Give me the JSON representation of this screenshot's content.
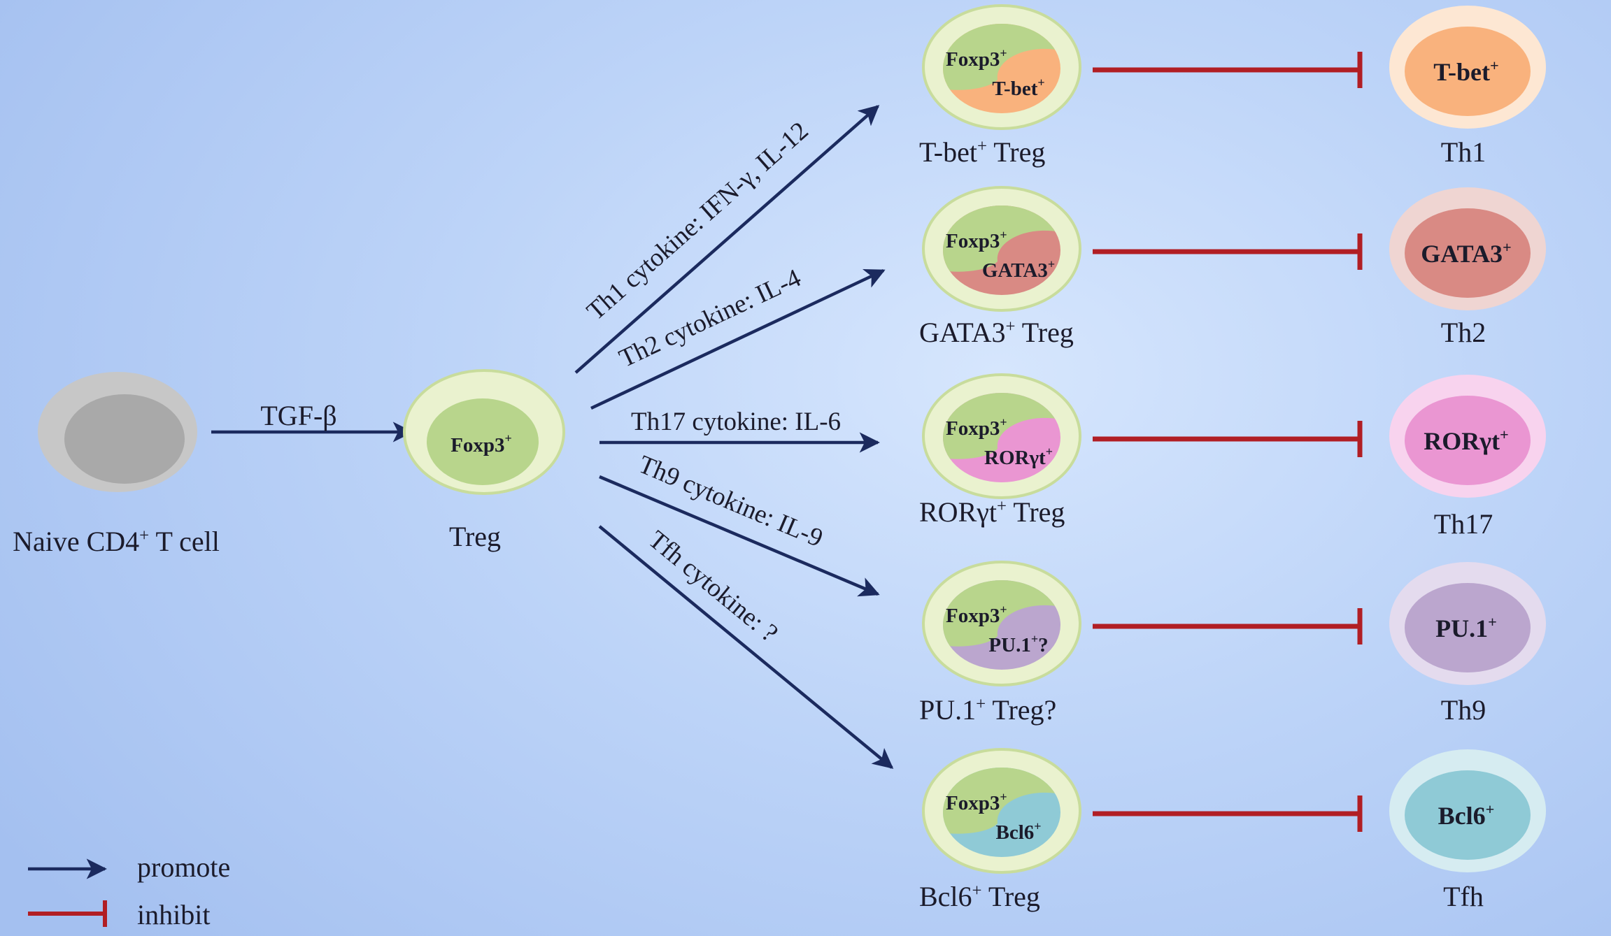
{
  "naive": {
    "label": "Naive CD4",
    "sup": "+",
    "label2": " T cell"
  },
  "tgf": "TGF-β",
  "treg": {
    "inner": "Foxp3",
    "inner_sup": "+",
    "label": "Treg"
  },
  "arrows": [
    {
      "text": "Th1 cytokine: IFN-γ, IL-12"
    },
    {
      "text": "Th2 cytokine: IL-4"
    },
    {
      "text": "Th17 cytokine: IL-6"
    },
    {
      "text": "Th9 cytokine: IL-9"
    },
    {
      "text": "Tfh cytokine: ?"
    }
  ],
  "subsets": [
    {
      "foxp3": "Foxp3",
      "foxp3_sup": "+",
      "tf": "T-bet",
      "tf_sup": "+",
      "tf_tail": "",
      "name": "T-bet",
      "name_sup": "+",
      "name_tail": " Treg",
      "th_tf": "T-bet",
      "th_tf_sup": "+",
      "th_name": "Th1",
      "color": "#f9b27d",
      "th_outer": "#fde7d3"
    },
    {
      "foxp3": "Foxp3",
      "foxp3_sup": "+",
      "tf": "GATA3",
      "tf_sup": "+",
      "tf_tail": "",
      "name": "GATA3",
      "name_sup": "+",
      "name_tail": " Treg",
      "th_tf": "GATA3",
      "th_tf_sup": "+",
      "th_name": "Th2",
      "color": "#d98a84",
      "th_outer": "#efd5d2"
    },
    {
      "foxp3": "Foxp3",
      "foxp3_sup": "+",
      "tf": "RORγt",
      "tf_sup": "+",
      "tf_tail": "",
      "name": "RORγt",
      "name_sup": "+",
      "name_tail": " Treg",
      "th_tf": "RORγt",
      "th_tf_sup": "+",
      "th_name": "Th17",
      "color": "#ea96d2",
      "th_outer": "#f8d3ee"
    },
    {
      "foxp3": "Foxp3",
      "foxp3_sup": "+",
      "tf": "PU.1",
      "tf_sup": "+",
      "tf_tail": "?",
      "name": "PU.1",
      "name_sup": "+",
      "name_tail": " Treg?",
      "th_tf": "PU.1",
      "th_tf_sup": "+",
      "th_name": "Th9",
      "color": "#bba6ce",
      "th_outer": "#e4dbee"
    },
    {
      "foxp3": "Foxp3",
      "foxp3_sup": "+",
      "tf": "Bcl6",
      "tf_sup": "+",
      "tf_tail": "",
      "name": "Bcl6",
      "name_sup": "+",
      "name_tail": " Treg",
      "th_tf": "Bcl6",
      "th_tf_sup": "+",
      "th_name": "Tfh",
      "color": "#8fcad6",
      "th_outer": "#d6ecf1"
    }
  ],
  "legend": {
    "promote": "promote",
    "inhibit": "inhibit"
  },
  "colors": {
    "promote_arrow": "#1b2a5e",
    "inhibit_line": "#b11e24",
    "naive_outer": "#c7c7c7",
    "naive_inner": "#a9a9a9",
    "treg_outer": "#eaf2cf",
    "treg_ring": "#c8dc9c",
    "foxp3_green": "#b8d58c"
  }
}
